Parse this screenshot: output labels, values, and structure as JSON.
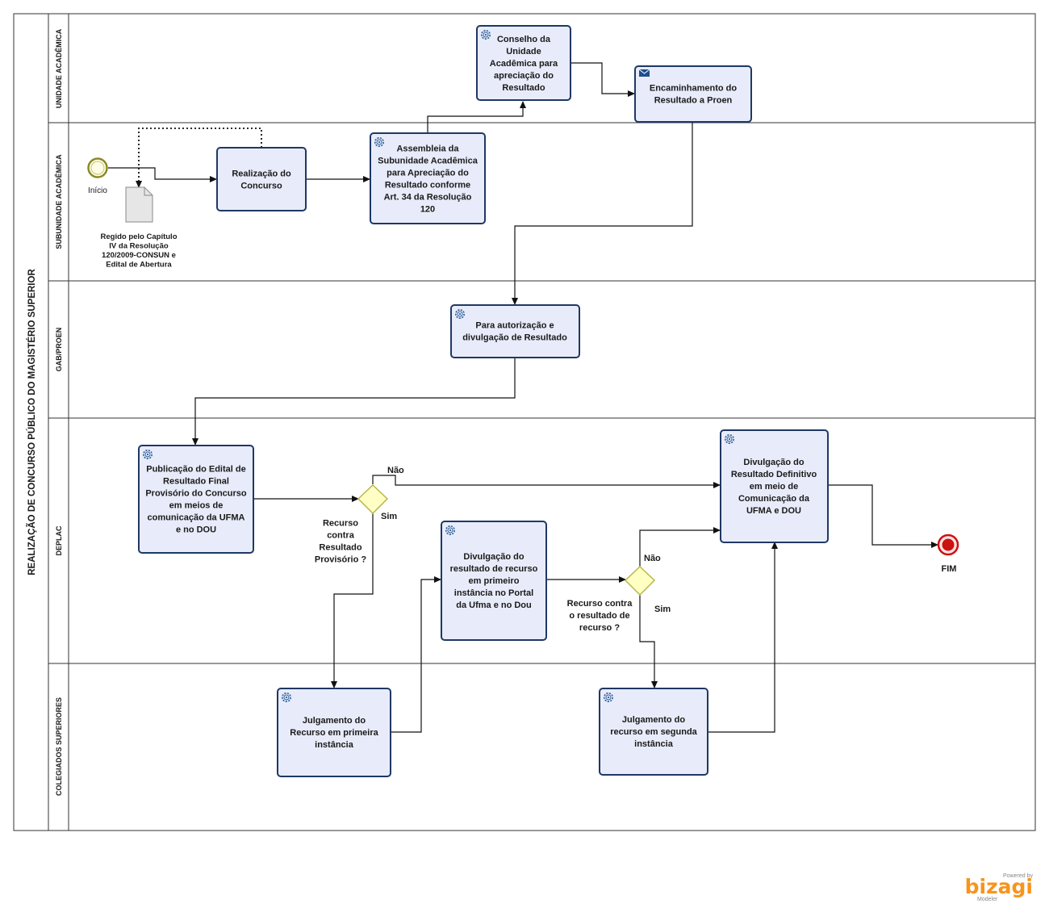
{
  "pool": {
    "title": "REALIZAÇÃO DE CONCURSO PÚBLICO DO MAGISTÉRIO SUPERIOR",
    "lanes": [
      {
        "id": "unidade",
        "title": "UNIDADE ACADÊMICA"
      },
      {
        "id": "subunidade",
        "title": "SUBUNIDADE ACADÊMICA"
      },
      {
        "id": "gab",
        "title": "GAB/PROEN"
      },
      {
        "id": "deplac",
        "title": "DEPLAC"
      },
      {
        "id": "colegiados",
        "title": "COLEGIADOS SUPERIORES"
      }
    ]
  },
  "events": {
    "start": {
      "label": "Início"
    },
    "end": {
      "label": "FIM"
    }
  },
  "document": {
    "lines": [
      "Regido pelo Capítulo",
      "IV da Resolução",
      "120/2009-CONSUN e",
      "Edital de Abertura"
    ]
  },
  "tasks": {
    "realizacao": {
      "lines": [
        "Realização do",
        "Concurso"
      ]
    },
    "assembleia": {
      "lines": [
        "Assembleia da",
        "Subunidade Acadêmica",
        "para Apreciação do",
        "Resultado conforme",
        "Art. 34 da Resolução",
        "120"
      ]
    },
    "conselho": {
      "lines": [
        "Conselho da",
        "Unidade",
        "Acadêmica para",
        "apreciação do",
        "Resultado"
      ]
    },
    "encaminhamento": {
      "lines": [
        "Encaminhamento do",
        "Resultado a Proen"
      ]
    },
    "autorizacao": {
      "lines": [
        "Para autorização  e",
        "divulgação de Resultado"
      ]
    },
    "publicacao": {
      "lines": [
        "Publicação do Edital de",
        "Resultado Final",
        "Provisório do Concurso",
        "em meios de",
        "comunicação da UFMA",
        "e no DOU"
      ]
    },
    "divulgacao_recurso": {
      "lines": [
        "Divulgação do",
        "resultado de recurso",
        "em primeiro",
        "instância no Portal",
        "da Ufma e no Dou"
      ]
    },
    "divulgacao_definitivo": {
      "lines": [
        "Divulgação do",
        "Resultado Definitivo",
        "em meio de",
        "Comunicação da",
        "UFMA e DOU"
      ]
    },
    "julgamento1": {
      "lines": [
        "Julgamento do",
        "Recurso em primeira",
        "instância"
      ]
    },
    "julgamento2": {
      "lines": [
        "Julgamento do",
        "recurso em segunda",
        "instância"
      ]
    }
  },
  "gateways": {
    "g1": {
      "question_lines": [
        "Recurso",
        "contra",
        "Resultado",
        "Provisório ?"
      ],
      "no": "Não",
      "yes": "Sim"
    },
    "g2": {
      "question_lines": [
        "Recurso contra",
        "o resultado de",
        "recurso ?"
      ],
      "no": "Não",
      "yes": "Sim"
    }
  },
  "branding": {
    "powered": "Powered by",
    "name": "bizagi",
    "product": "Modeler"
  },
  "colors": {
    "task_fill": "#e8ecfa",
    "task_stroke": "#1f3864",
    "gateway_fill": "#ffffc4",
    "gateway_stroke": "#b8b64a",
    "start_stroke": "#8a8a2a",
    "end_fill": "#cc1111",
    "brand": "#f7941d"
  }
}
